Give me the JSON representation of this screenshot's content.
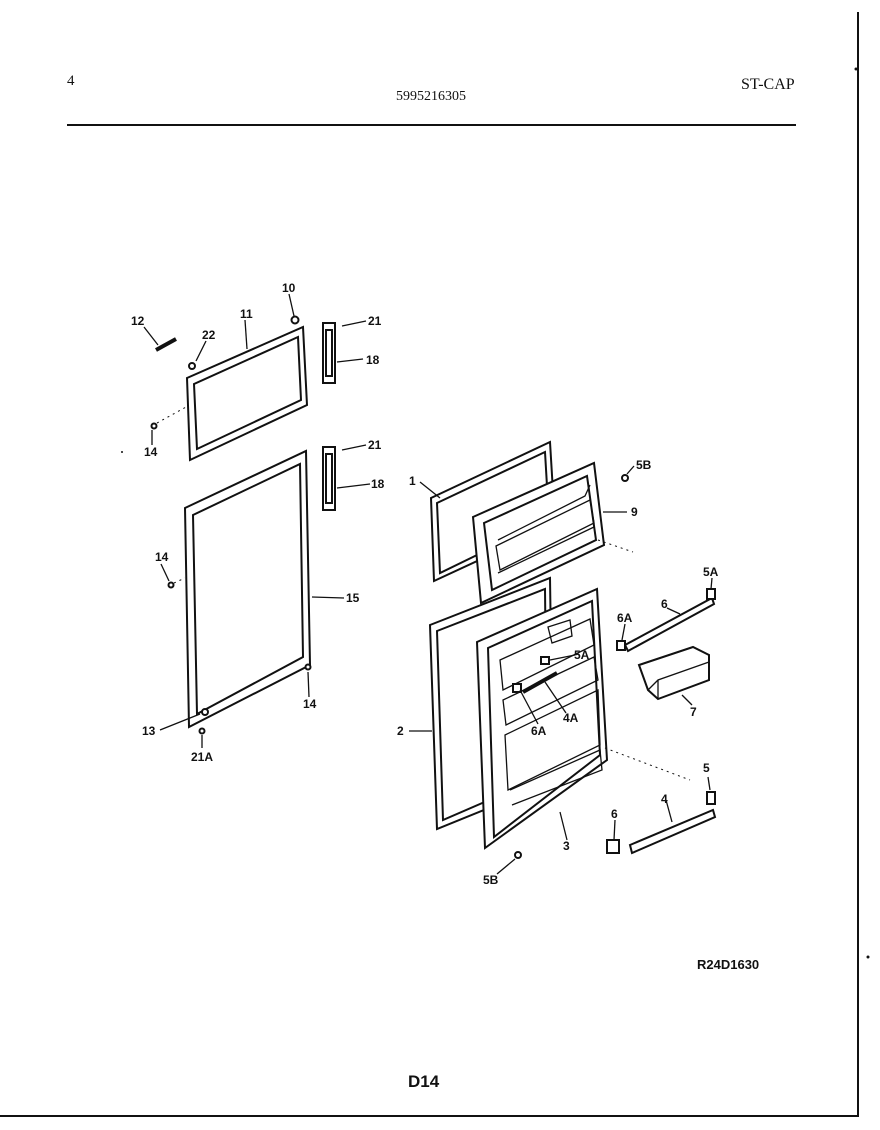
{
  "header": {
    "page_number": "4",
    "document_number": "5995216305",
    "model_code": "ST-CAP"
  },
  "footer": {
    "drawing_id": "R24D1630",
    "page_code": "D14"
  },
  "callouts": [
    "10",
    "11",
    "12",
    "22",
    "21",
    "18",
    "14",
    "21",
    "18",
    "14",
    "15",
    "14",
    "13",
    "21A",
    "1",
    "5B",
    "9",
    "5A",
    "6",
    "6A",
    "5A",
    "4A",
    "6A",
    "7",
    "2",
    "5",
    "4",
    "6",
    "3",
    "5B"
  ]
}
